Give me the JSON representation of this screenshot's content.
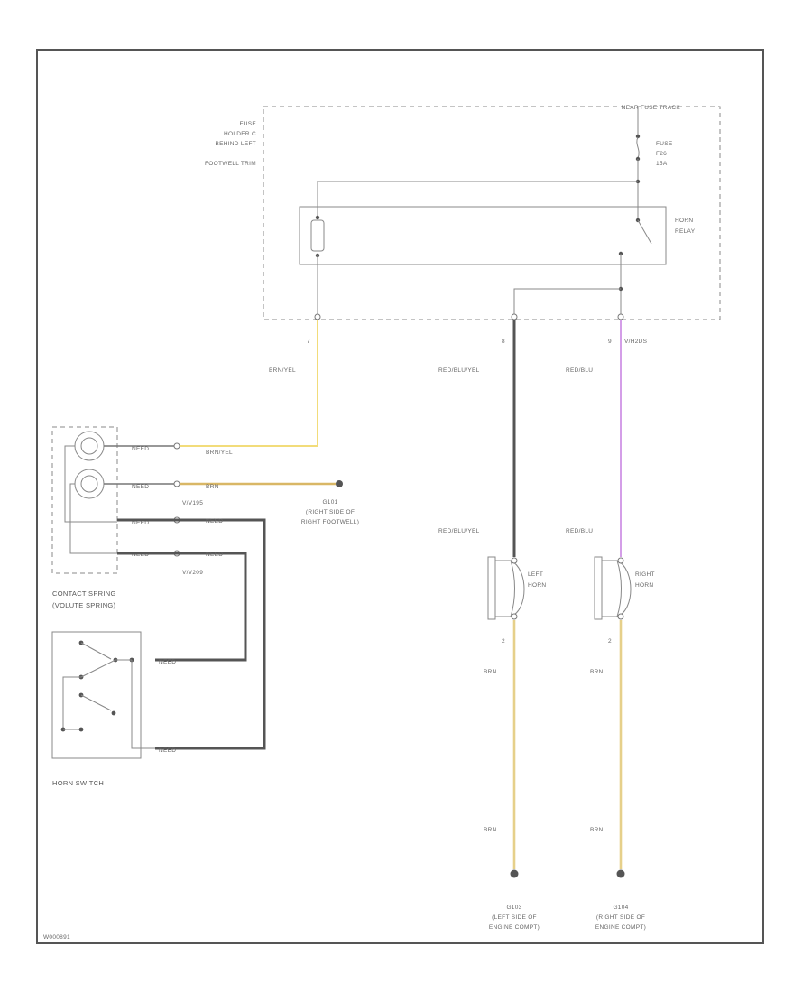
{
  "fuse_block": {
    "header": "NEAR FUSE TRACK",
    "holder_label": [
      "FUSE",
      "HOLDER C",
      "BEHIND LEFT",
      "FOOTWELL TRIM"
    ],
    "fuse_label": [
      "FUSE",
      "F26",
      "15A"
    ],
    "relay_label": [
      "HORN",
      "RELAY"
    ]
  },
  "pins": {
    "p7": "7",
    "p8": "8",
    "p9": "9",
    "p2a": "2",
    "p2b": "2"
  },
  "connectors": {
    "c1": "V/H2DS",
    "c2": "V/V195",
    "c3": "V/V209"
  },
  "wires": {
    "brn_yel": "BRN/YEL",
    "red_blu_yel": "RED/BLU/YEL",
    "red_blu": "RED/BLU",
    "brn": "BRN",
    "tag": "NEED"
  },
  "ground_right_footwell": [
    "G101",
    "(RIGHT SIDE OF",
    "RIGHT FOOTWELL)"
  ],
  "contact_spring_label": [
    "CONTACT SPRING",
    "(VOLUTE SPRING)"
  ],
  "horn_switch_label": "HORN SWITCH",
  "left_horn_label": [
    "LEFT",
    "HORN"
  ],
  "right_horn_label": [
    "RIGHT",
    "HORN"
  ],
  "ground_left": [
    "G103",
    "(LEFT SIDE OF",
    "ENGINE COMPT)"
  ],
  "ground_right": [
    "G104",
    "(RIGHT SIDE OF",
    "ENGINE COMPT)"
  ],
  "footer_code": "W000891",
  "colors": {
    "yellow_wire": "#f2dc7a",
    "dark_yellow_wire": "#d9b766",
    "gray_wire": "#555555",
    "violet_wire": "#d49ee8",
    "tan_wire": "#e6d08a"
  }
}
